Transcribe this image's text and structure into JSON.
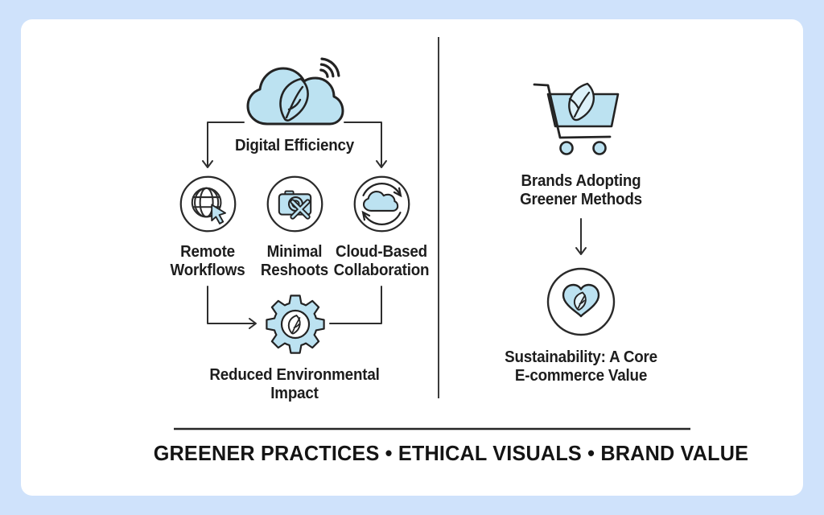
{
  "colors": {
    "background": "#cfe2fb",
    "card": "#ffffff",
    "icon_fill": "#bce2f1",
    "icon_fill_light": "#ddf1f9",
    "outline": "#2a2a2a",
    "text": "#1d1d1d"
  },
  "icons": {
    "top_left": "cloud-leaf-wifi-icon",
    "node_1": "globe-cursor-icon",
    "node_2": "camera-crossed-icon",
    "node_3": "cloud-sync-icon",
    "bottom_left": "gear-leaf-icon",
    "top_right": "cart-leaf-icon",
    "bottom_right": "heart-leaf-icon"
  },
  "left_panel": {
    "top_label": "Digital Efficiency",
    "nodes": [
      {
        "label": "Remote\nWorkflows"
      },
      {
        "label": "Minimal\nReshoots"
      },
      {
        "label": "Cloud-Based\nCollaboration"
      }
    ],
    "bottom_label": "Reduced Environmental\nImpact"
  },
  "right_panel": {
    "top_label": "Brands Adopting\nGreener Methods",
    "bottom_label": "Sustainability: A Core\nE-commerce Value"
  },
  "footer": {
    "headline": "GREENER PRACTICES • ETHICAL VISUALS • BRAND VALUE"
  }
}
